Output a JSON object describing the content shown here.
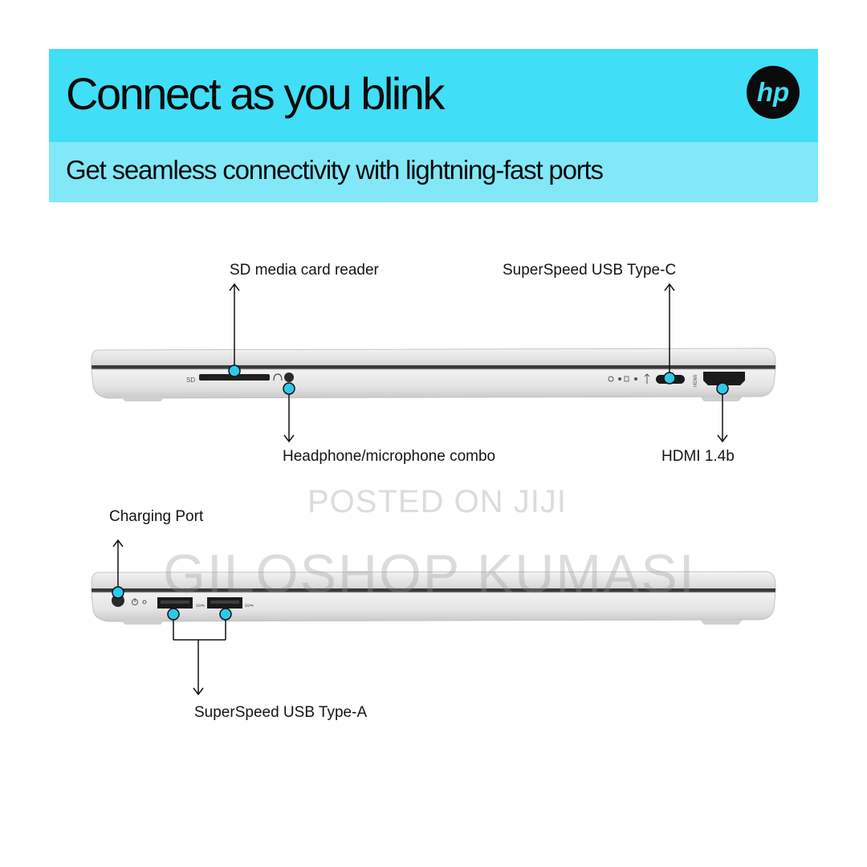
{
  "banner": {
    "headline": "Connect as you blink",
    "subheadline": "Get seamless connectivity with lightning-fast ports",
    "brand": "hp",
    "colors": {
      "top": "#41def8",
      "bottom": "#82e8f8"
    }
  },
  "callouts": {
    "sd_reader": "SD media card reader",
    "usb_c": "SuperSpeed USB Type-C",
    "headphone": "Headphone/microphone combo",
    "hdmi": "HDMI 1.4b",
    "charging": "Charging Port",
    "usb_a": "SuperSpeed USB Type-A"
  },
  "port_labels": {
    "sd": "SD",
    "hdmi_vertical": "HDMI"
  },
  "watermark": {
    "line1": "POSTED ON JIJI",
    "line2": "GILOSHOP KUMASI"
  },
  "accent_color": "#2ec8ea"
}
